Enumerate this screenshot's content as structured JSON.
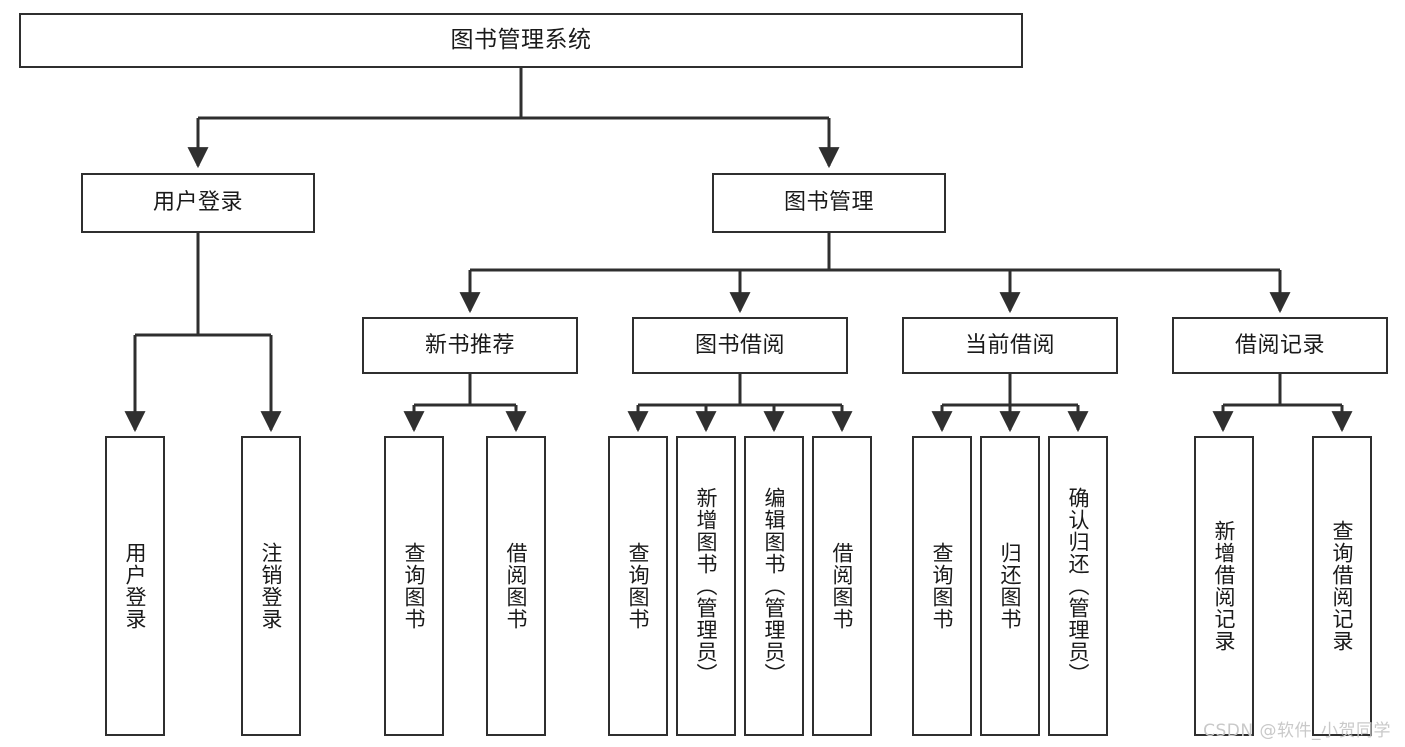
{
  "diagram": {
    "title_node": {
      "id": "root",
      "label": "图书管理系统"
    },
    "level2": [
      {
        "id": "user-login",
        "label": "用户登录"
      },
      {
        "id": "book-management",
        "label": "图书管理"
      }
    ],
    "level3": [
      {
        "id": "new-book-recommend",
        "label": "新书推荐"
      },
      {
        "id": "book-borrow",
        "label": "图书借阅"
      },
      {
        "id": "current-borrow",
        "label": "当前借阅"
      },
      {
        "id": "borrow-record",
        "label": "借阅记录"
      }
    ],
    "leaves": {
      "user_login": [
        {
          "id": "leaf-user-login",
          "label": "用户登录"
        },
        {
          "id": "leaf-logout",
          "label": "注销登录"
        }
      ],
      "new_book_recommend": [
        {
          "id": "leaf-query-book-1",
          "label": "查询图书"
        },
        {
          "id": "leaf-borrow-book-1",
          "label": "借阅图书"
        }
      ],
      "book_borrow": [
        {
          "id": "leaf-query-book-2",
          "label": "查询图书"
        },
        {
          "id": "leaf-add-book",
          "label": "新增图书（管理员）"
        },
        {
          "id": "leaf-edit-book",
          "label": "编辑图书（管理员）"
        },
        {
          "id": "leaf-borrow-book-2",
          "label": "借阅图书"
        }
      ],
      "current_borrow": [
        {
          "id": "leaf-query-book-3",
          "label": "查询图书"
        },
        {
          "id": "leaf-return-book",
          "label": "归还图书"
        },
        {
          "id": "leaf-confirm-return",
          "label": "确认归还（管理员）"
        }
      ],
      "borrow_record": [
        {
          "id": "leaf-add-record",
          "label": "新增借阅记录"
        },
        {
          "id": "leaf-query-record",
          "label": "查询借阅记录"
        }
      ]
    },
    "colors": {
      "background": "#ffffff",
      "border": "#2f2f2f",
      "text": "#1a1a1a",
      "watermark": "#c9c9c9"
    }
  },
  "watermark": {
    "text": "CSDN @软件_小贺同学"
  }
}
